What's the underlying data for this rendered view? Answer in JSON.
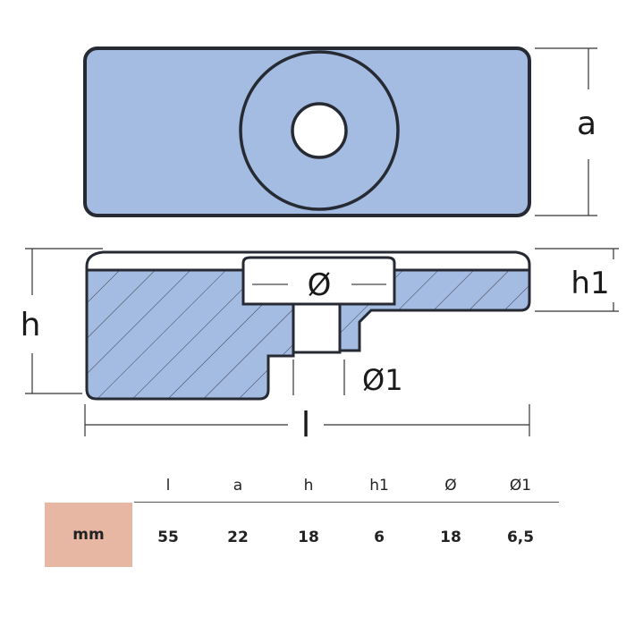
{
  "labels": {
    "a": "a",
    "h": "h",
    "h1": "h1",
    "l": "l",
    "diameter": "Ø",
    "diameter1": "Ø1"
  },
  "colors": {
    "body_fill": "#a4bbe2",
    "outline": "#262a33",
    "unit_cell": "#e7b7a3"
  },
  "table": {
    "headers": [
      "l",
      "a",
      "h",
      "h1",
      "Ø",
      "Ø1"
    ],
    "unit": "mm",
    "values": [
      "55",
      "22",
      "18",
      "6",
      "18",
      "6,5"
    ]
  }
}
